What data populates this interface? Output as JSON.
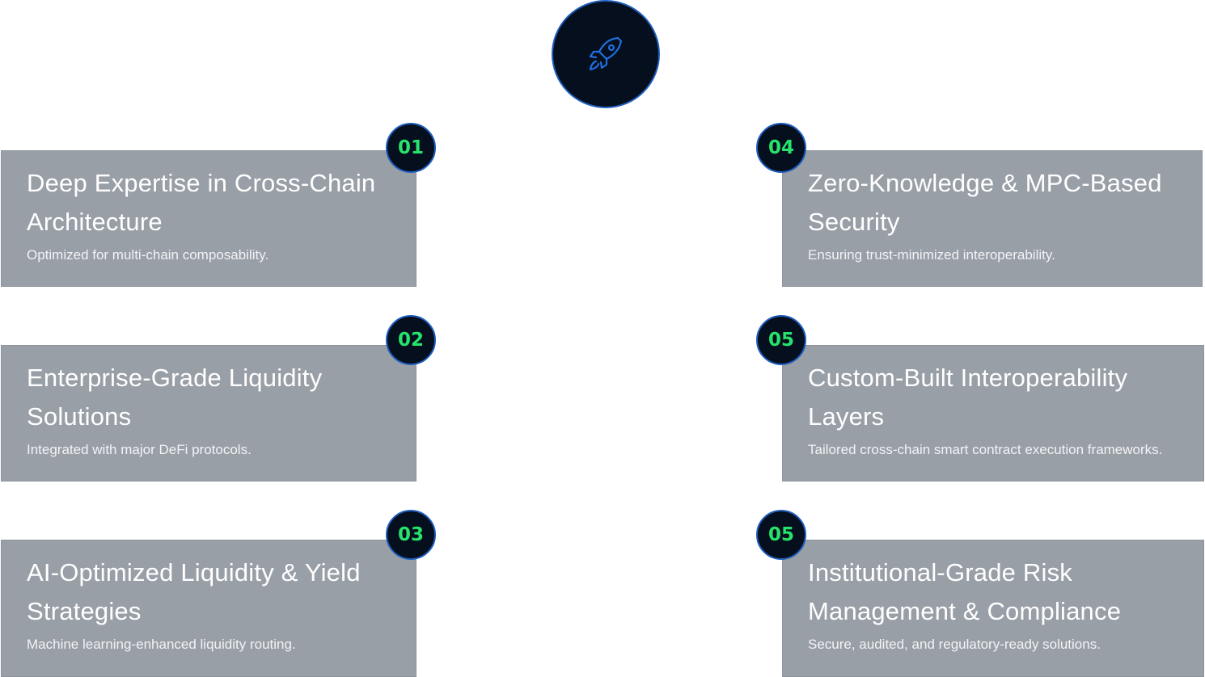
{
  "hero": {
    "icon": "rocket-icon",
    "accent_color": "#1f6fe0",
    "background_color": "#050f1e"
  },
  "colors": {
    "card_background": "#999fa7",
    "badge_number": "#27e36c",
    "badge_border": "#1f5fbf"
  },
  "features": [
    {
      "number": "01",
      "title": "Deep Expertise in Cross-Chain Architecture",
      "description": "Optimized for multi-chain composability."
    },
    {
      "number": "02",
      "title": "Enterprise-Grade Liquidity Solutions",
      "description": "Integrated with major DeFi protocols."
    },
    {
      "number": "03",
      "title": "AI-Optimized Liquidity & Yield Strategies",
      "description": "Machine learning-enhanced liquidity routing."
    },
    {
      "number": "04",
      "title": "Zero-Knowledge & MPC-Based Security",
      "description": "Ensuring trust-minimized interoperability."
    },
    {
      "number": "05",
      "title": "Custom-Built Interoperability Layers",
      "description": "Tailored cross-chain smart contract execution frameworks."
    },
    {
      "number": "05",
      "title": "Institutional-Grade Risk Management & Compliance",
      "description": "Secure, audited, and regulatory-ready solutions."
    }
  ]
}
